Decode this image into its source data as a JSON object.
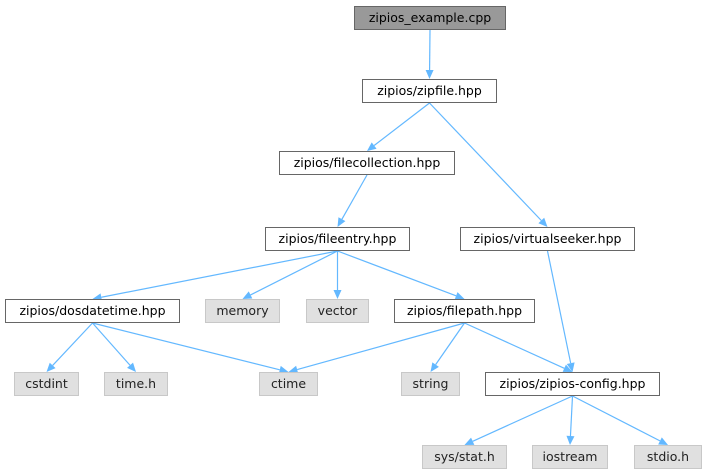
{
  "graph": {
    "nodes": [
      {
        "id": "zipios_example_cpp",
        "label": "zipios_example.cpp",
        "kind": "root"
      },
      {
        "id": "zipfile_hpp",
        "label": "zipios/zipfile.hpp",
        "kind": "plain"
      },
      {
        "id": "filecollection_hpp",
        "label": "zipios/filecollection.hpp",
        "kind": "plain"
      },
      {
        "id": "fileentry_hpp",
        "label": "zipios/fileentry.hpp",
        "kind": "plain"
      },
      {
        "id": "virtualseeker_hpp",
        "label": "zipios/virtualseeker.hpp",
        "kind": "plain"
      },
      {
        "id": "dosdatetime_hpp",
        "label": "zipios/dosdatetime.hpp",
        "kind": "plain"
      },
      {
        "id": "memory",
        "label": "memory",
        "kind": "sys"
      },
      {
        "id": "vector",
        "label": "vector",
        "kind": "sys"
      },
      {
        "id": "filepath_hpp",
        "label": "zipios/filepath.hpp",
        "kind": "plain"
      },
      {
        "id": "cstdint",
        "label": "cstdint",
        "kind": "sys"
      },
      {
        "id": "time_h",
        "label": "time.h",
        "kind": "sys"
      },
      {
        "id": "ctime",
        "label": "ctime",
        "kind": "sys"
      },
      {
        "id": "string",
        "label": "string",
        "kind": "sys"
      },
      {
        "id": "zipios_config_hpp",
        "label": "zipios/zipios-config.hpp",
        "kind": "plain"
      },
      {
        "id": "sys_stat_h",
        "label": "sys/stat.h",
        "kind": "sys"
      },
      {
        "id": "iostream",
        "label": "iostream",
        "kind": "sys"
      },
      {
        "id": "stdio_h",
        "label": "stdio.h",
        "kind": "sys"
      }
    ],
    "edges": [
      {
        "from": "zipios_example_cpp",
        "to": "zipfile_hpp"
      },
      {
        "from": "zipfile_hpp",
        "to": "filecollection_hpp"
      },
      {
        "from": "zipfile_hpp",
        "to": "virtualseeker_hpp"
      },
      {
        "from": "filecollection_hpp",
        "to": "fileentry_hpp"
      },
      {
        "from": "fileentry_hpp",
        "to": "dosdatetime_hpp"
      },
      {
        "from": "fileentry_hpp",
        "to": "memory"
      },
      {
        "from": "fileentry_hpp",
        "to": "vector"
      },
      {
        "from": "fileentry_hpp",
        "to": "filepath_hpp"
      },
      {
        "from": "dosdatetime_hpp",
        "to": "cstdint"
      },
      {
        "from": "dosdatetime_hpp",
        "to": "time_h"
      },
      {
        "from": "dosdatetime_hpp",
        "to": "ctime"
      },
      {
        "from": "filepath_hpp",
        "to": "ctime"
      },
      {
        "from": "filepath_hpp",
        "to": "string"
      },
      {
        "from": "filepath_hpp",
        "to": "zipios_config_hpp"
      },
      {
        "from": "virtualseeker_hpp",
        "to": "zipios_config_hpp"
      },
      {
        "from": "zipios_config_hpp",
        "to": "sys_stat_h"
      },
      {
        "from": "zipios_config_hpp",
        "to": "iostream"
      },
      {
        "from": "zipios_config_hpp",
        "to": "stdio_h"
      }
    ],
    "colors": {
      "edge": "#63b8ff",
      "root_fill": "#999999",
      "header_fill": "#ffffff",
      "system_header_fill": "#e0e0e0",
      "border": "#666666"
    }
  }
}
